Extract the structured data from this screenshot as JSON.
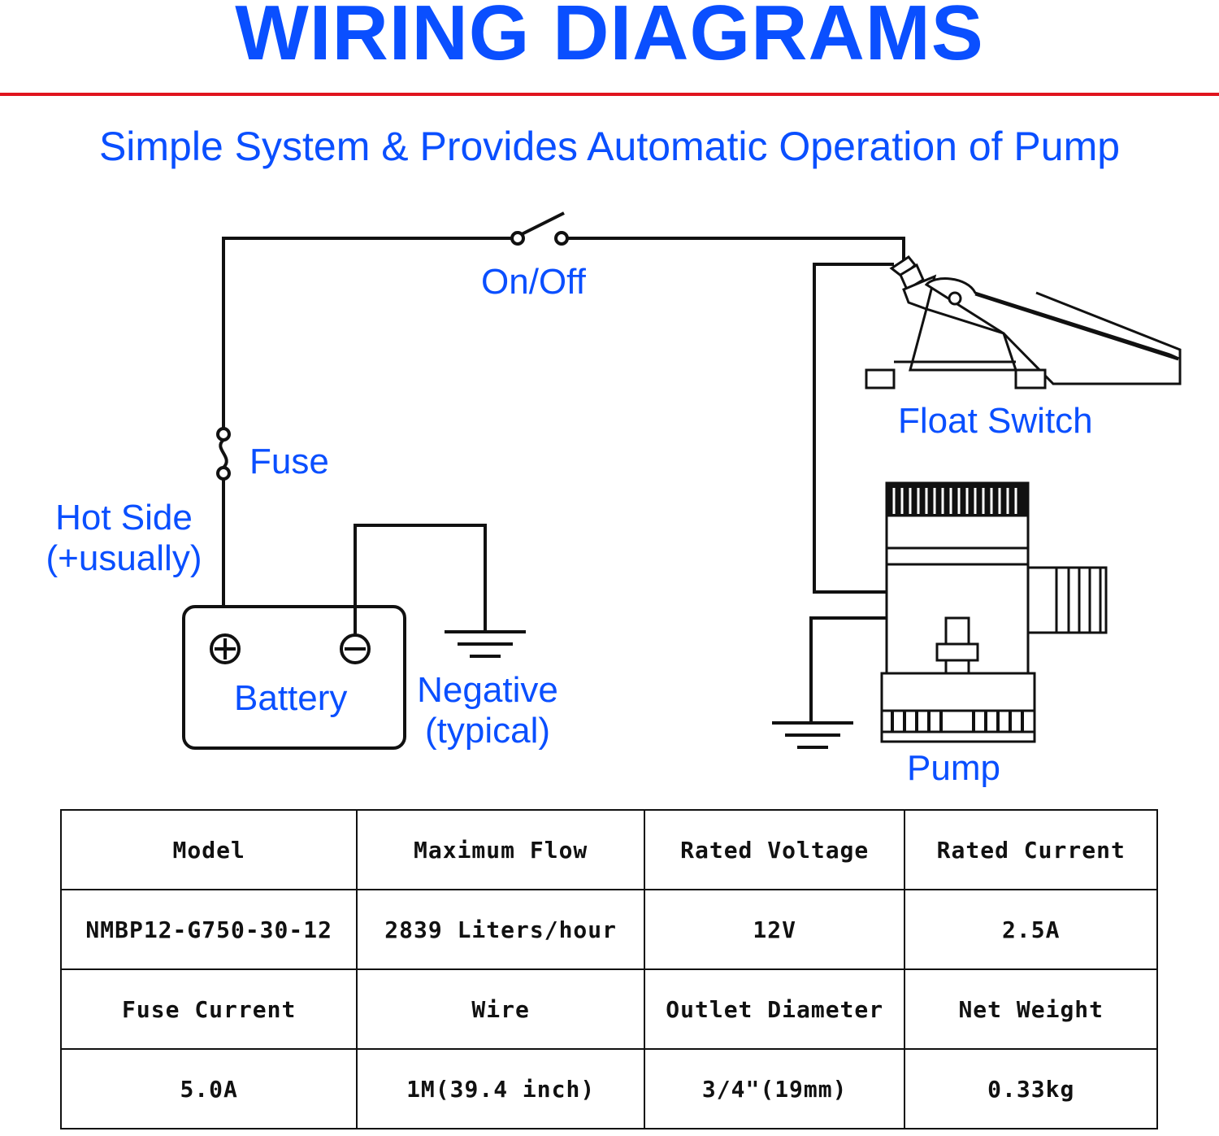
{
  "title": "WIRING DIAGRAMS",
  "subtitle": "Simple System & Provides Automatic Operation of Pump",
  "colors": {
    "accent": "#0a4fff",
    "rule": "#e0141e",
    "line": "#111111"
  },
  "labels": {
    "on_off": "On/Off",
    "float_switch": "Float Switch",
    "fuse": "Fuse",
    "hot_side_1": "Hot Side",
    "hot_side_2": "(+usually)",
    "battery": "Battery",
    "negative_1": "Negative",
    "negative_2": "(typical)",
    "pump": "Pump"
  },
  "specs": {
    "rows": [
      [
        "Model",
        "Maximum Flow",
        "Rated Voltage",
        "Rated Current"
      ],
      [
        "NMBP12-G750-30-12",
        "2839 Liters/hour",
        "12V",
        "2.5A"
      ],
      [
        "Fuse Current",
        "Wire",
        "Outlet Diameter",
        "Net Weight"
      ],
      [
        "5.0A",
        "1M(39.4 inch)",
        "3/4\"(19mm)",
        "0.33kg"
      ]
    ]
  }
}
